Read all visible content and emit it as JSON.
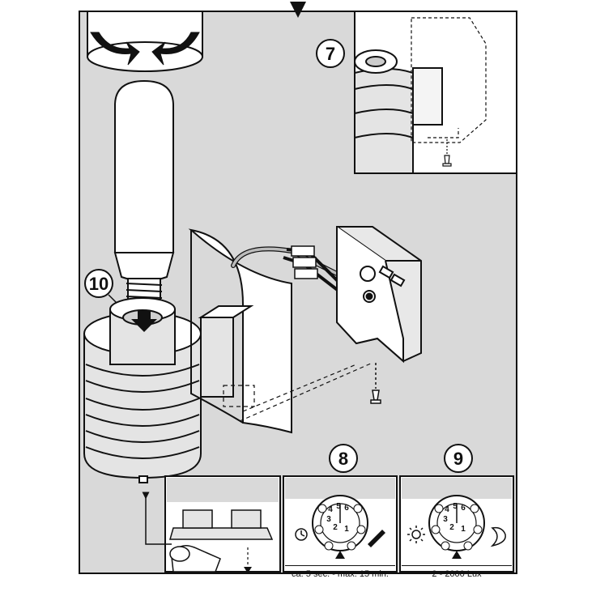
{
  "steps": {
    "seven": "7",
    "eight": "8",
    "nine": "9",
    "ten": "10"
  },
  "panels": {
    "time_caption": "ca. 5 sec. - max. 15 min.",
    "lux_caption": "2 - 2000 Lux"
  },
  "dial": {
    "numbers": [
      "1",
      "2",
      "3",
      "4",
      "5",
      "6"
    ]
  },
  "colors": {
    "background": "#d9d9d9",
    "line": "#111111",
    "panel": "#ffffff",
    "fixture": "#e4e4e4"
  }
}
